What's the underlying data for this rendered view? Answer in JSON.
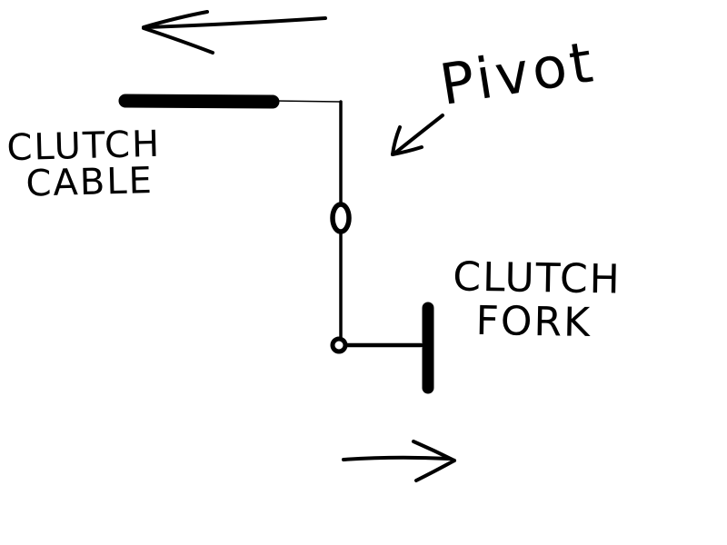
{
  "diagram": {
    "title": "Hand-drawn clutch linkage sketch",
    "background_color": "#ffffff",
    "ink_color": "#000000",
    "labels": {
      "clutch_cable_line1": "CLUTCH",
      "clutch_cable_line2": "CABLE",
      "pivot": "Pivot",
      "clutch_fork_line1": "CLUTCH",
      "clutch_fork_line2": "FORK"
    },
    "shapes": [
      "left-arrow-icon",
      "clutch-cable-bar",
      "cable-connector-line",
      "lever-vertical-line",
      "pivot-ring",
      "fork-joint-ring",
      "fork-link-line",
      "clutch-fork-bar",
      "pivot-pointer-arrow-icon",
      "right-arrow-icon"
    ]
  }
}
